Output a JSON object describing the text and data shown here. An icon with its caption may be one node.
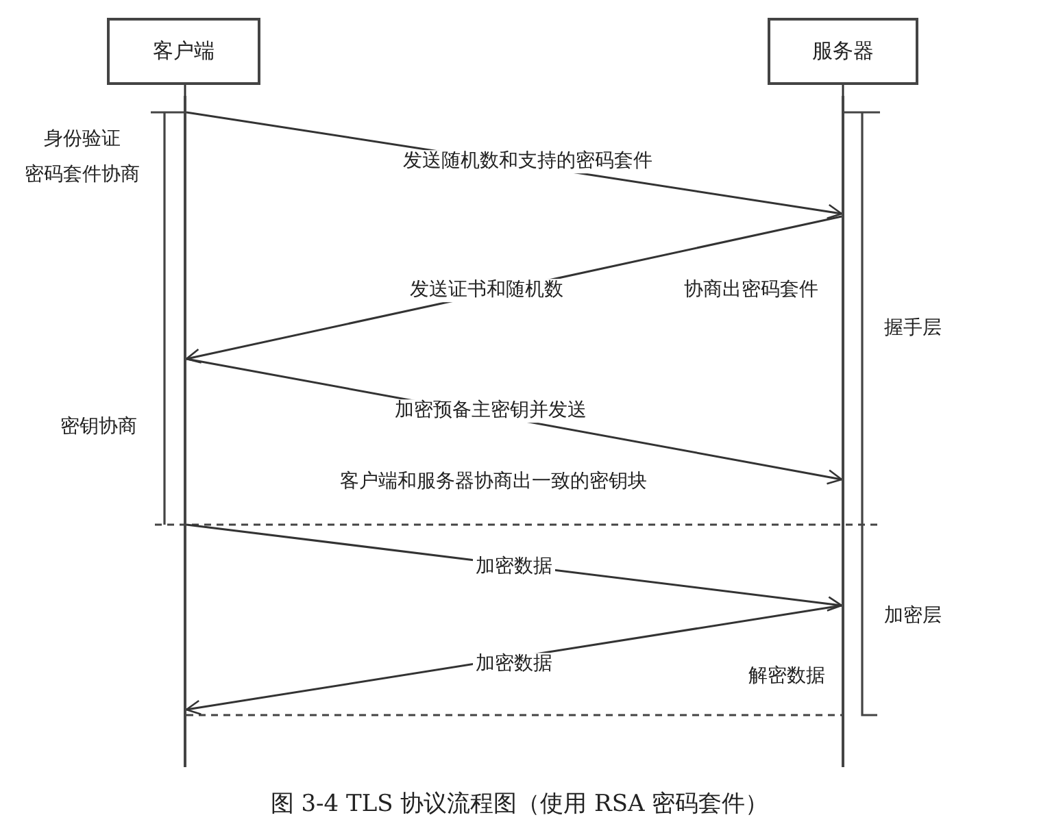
{
  "diagram": {
    "caption": "图 3-4 TLS 协议流程图（使用 RSA 密码套件）",
    "nodes": [
      {
        "text": [
          "客户端"
        ]
      },
      {
        "text": [
          "服务器"
        ]
      },
      {
        "text": [],
        "shape": "line"
      },
      {
        "text": [],
        "shape": "line"
      }
    ],
    "edges": [
      {
        "from": 0,
        "to": 2,
        "arrow": "none"
      },
      {
        "from": 1,
        "to": 3,
        "arrow": "none"
      },
      {
        "from": 2,
        "to": 3,
        "arrow": "to",
        "label": "发送随机数和支持的密码套件"
      },
      {
        "from": 3,
        "to": 2,
        "arrow": "to",
        "label": "发送证书和随机数"
      },
      {
        "from": 2,
        "to": 3,
        "arrow": "to",
        "label": "加密预备主密钥并发送"
      },
      {
        "from": 2,
        "to": 3,
        "arrow": "to",
        "label": "加密数据"
      },
      {
        "from": 3,
        "to": 2,
        "arrow": "to",
        "label": "加密数据"
      }
    ],
    "labels": [
      "身份验证",
      "密码套件协商",
      "协商出密码套件",
      "握手层",
      "密钥协商",
      "客户端和服务器协商出一致的密钥块",
      "加密层",
      "解密数据"
    ]
  }
}
